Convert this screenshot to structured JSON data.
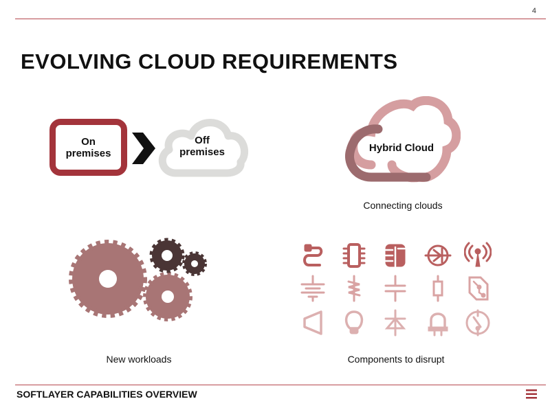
{
  "page_number": "4",
  "title": "EVOLVING CLOUD REQUIREMENTS",
  "quadrants": {
    "shift": {
      "from": "On premises",
      "from_lines": [
        "On",
        "premises"
      ],
      "to_lines": [
        "Off",
        "premises"
      ],
      "to": "Off premises"
    },
    "hybrid": {
      "cloud_label": "Hybrid Cloud",
      "caption": "Connecting clouds"
    },
    "workloads": {
      "caption": "New workloads"
    },
    "components": {
      "caption": "Components to disrupt",
      "icons": [
        "plug-icon",
        "chip-icon",
        "processor-icon",
        "transistor-icon",
        "antenna-icon",
        "battery-icon",
        "inductor-icon",
        "capacitor-icon",
        "resistor-icon",
        "circuit-board-icon",
        "speaker-icon",
        "lightbulb-icon",
        "diode-icon",
        "led-icon",
        "switch-icon"
      ]
    }
  },
  "footer": {
    "title": "SOFTLAYER CAPABILITIES OVERVIEW",
    "menu_icon": "hamburger-menu-icon"
  },
  "colors": {
    "accent": "#a3343b",
    "gray_cloud": "#dcdcda",
    "hybrid_dark": "#9c6b6e",
    "hybrid_light": "#d59ea0",
    "gear_light": "#a87575",
    "gear_dark": "#4a3535"
  }
}
